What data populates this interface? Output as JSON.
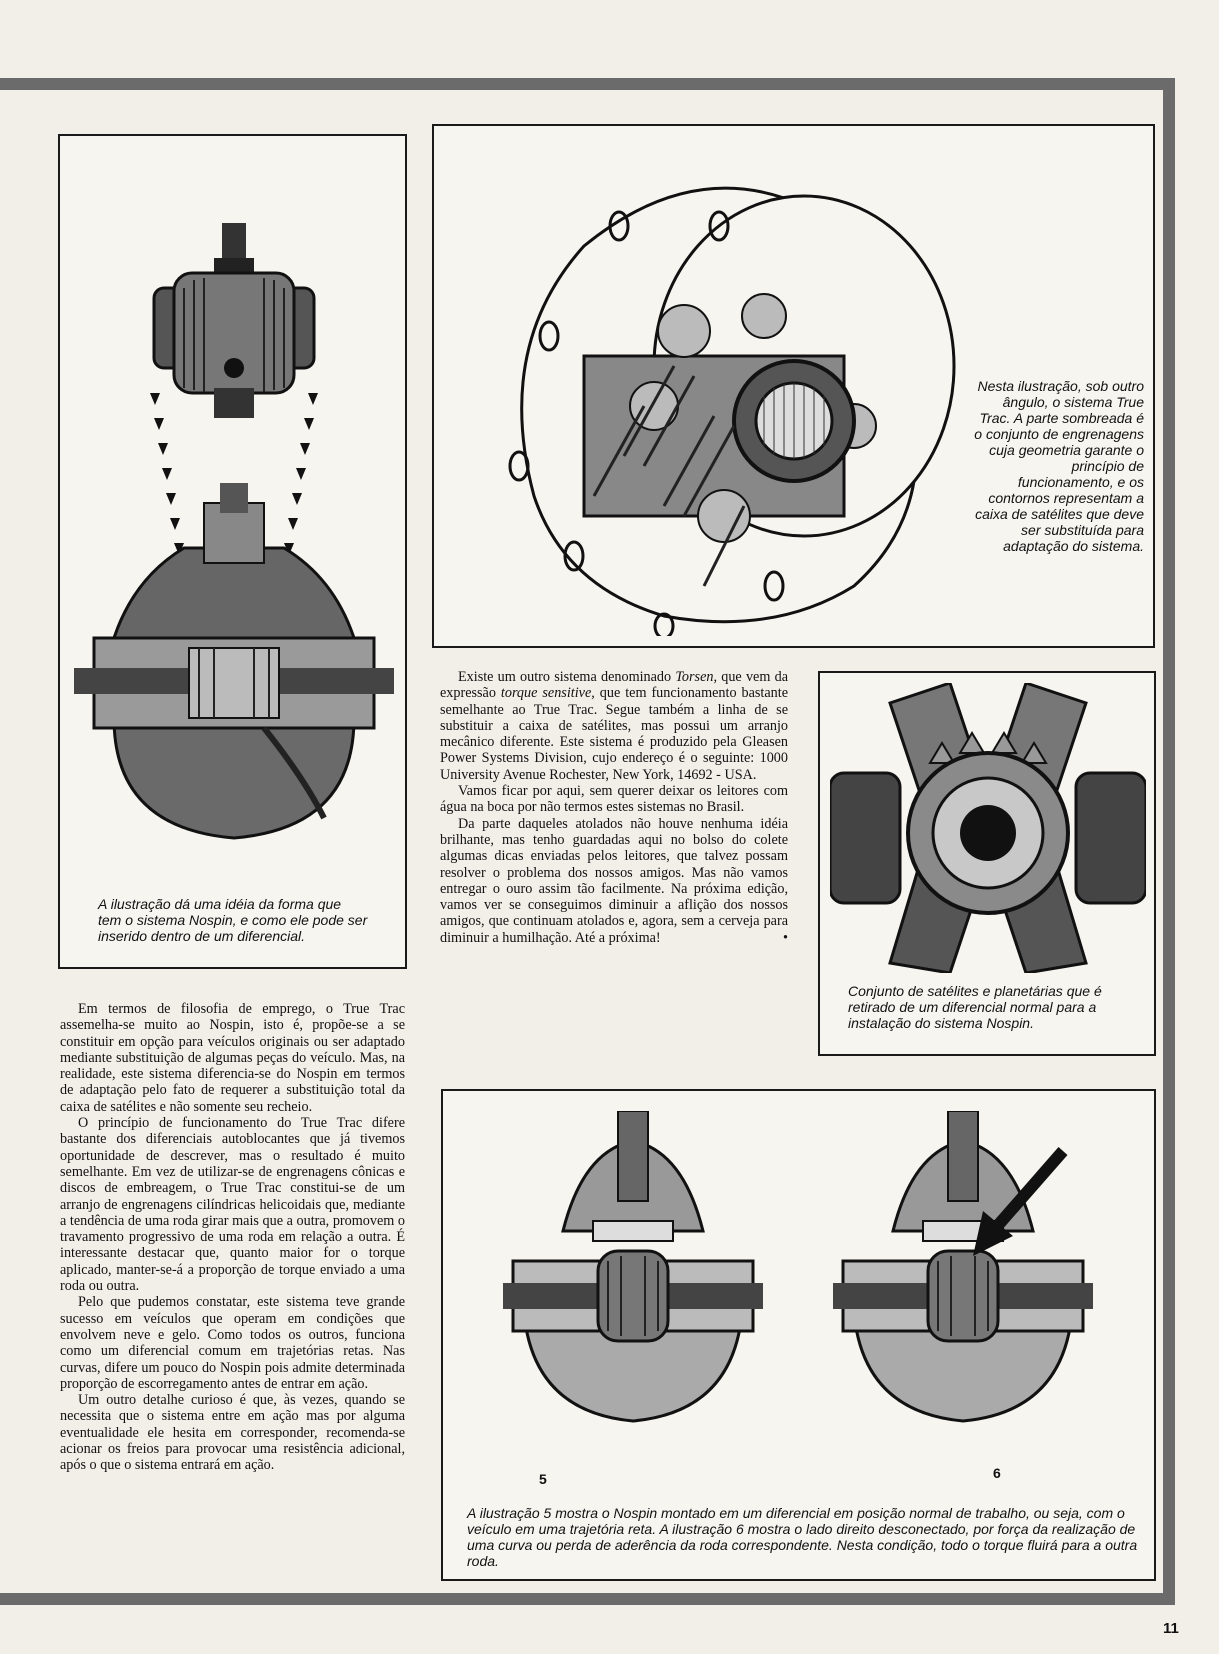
{
  "page_number": "11",
  "captions": {
    "nospin_insert": "A ilustração dá uma idéia da forma que tem o sistema Nospin, e como ele pode ser inserido dentro de um diferencial.",
    "true_trac": "Nesta ilustração, sob outro ângulo, o sistema True Trac. A parte sombreada é o conjunto de engrenagens cuja geometria garante o princípio de funcionamento, e os contornos representam a caixa de satélites que deve ser substituída para adaptação do sistema.",
    "satellites": "Conjunto de satélites e planetárias que é retirado de um diferencial normal para a instalação do sistema Nospin.",
    "figures_5_6": "A ilustração 5 mostra o Nospin montado em um diferencial em posição normal de trabalho, ou seja, com o veículo em uma trajetória reta. A ilustração 6 mostra o lado direito desconectado, por força da realização de uma curva ou perda de aderência da roda correspondente. Nesta condição, todo o torque fluirá para a outra roda."
  },
  "figure_numbers": {
    "fig5": "5",
    "fig6": "6"
  },
  "article": {
    "left_column": [
      "Em termos de filosofia de emprego, o True Trac assemelha-se muito ao Nospin, isto é, propõe-se a se constituir em opção para veículos originais ou ser adaptado mediante substituição de algumas peças do veículo. Mas, na realidade, este sistema diferencia-se do Nospin em termos de adaptação pelo fato de requerer a substituição total da caixa de satélites e não somente seu recheio.",
      "O princípio de funcionamento do True Trac difere bastante dos diferenciais autoblocantes que já tivemos oportunidade de descrever, mas o resultado é muito semelhante. Em vez de utilizar-se de engrenagens cônicas e discos de embreagem, o True Trac constitui-se de um arranjo de engrenagens cilíndricas helicoidais que, mediante a tendência de uma roda girar mais que a outra, promovem o travamento progressivo de uma roda em relação a outra. É interessante destacar que, quanto maior for o torque aplicado, manter-se-á a proporção de torque enviado a uma roda ou outra.",
      "Pelo que pudemos constatar, este sistema teve grande sucesso em veículos que operam em condições que envolvem neve e gelo. Como todos os outros, funciona como um diferencial comum em trajetórias retas. Nas curvas, difere um pouco do Nospin pois admite determinada proporção de escorregamento antes de entrar em ação.",
      "Um outro detalhe curioso é que, às vezes, quando se necessita que o sistema entre em ação mas por alguma eventualidade ele hesita em corresponder, recomenda-se acionar os freios para provocar uma resistência adicional, após o que o sistema entrará em ação."
    ],
    "middle_p1": "Existe um outro sistema denominado ",
    "middle_torsen": "Torsen",
    "middle_p1b": ", que vem da expressão ",
    "middle_torque": "torque sensitive",
    "middle_p1c": ", que tem funcionamento bastante semelhante ao True Trac. Segue também a linha de se substituir a caixa de satélites, mas possui um arranjo mecânico diferente. Este sistema é produzido pela Gleasen Power Systems Division, cujo endereço é o seguinte: 1000 University Avenue Rochester, New York, 14692 - USA.",
    "middle_p2": "Vamos ficar por aqui, sem querer deixar os leitores com água na boca por não termos estes sistemas no Brasil.",
    "middle_p3": "Da parte daqueles atolados não houve nenhuma idéia brilhante, mas tenho guardadas aqui no bolso do colete algumas dicas enviadas pelos leitores, que talvez possam resolver o problema dos nossos amigos. Mas não vamos entregar o ouro assim tão facilmente. Na próxima edição, vamos ver se conseguimos diminuir a aflição dos nossos amigos, que continuam atolados e, agora, sem a cerveja para diminuir a humilhação. Até a próxima!",
    "end_mark": "•"
  }
}
